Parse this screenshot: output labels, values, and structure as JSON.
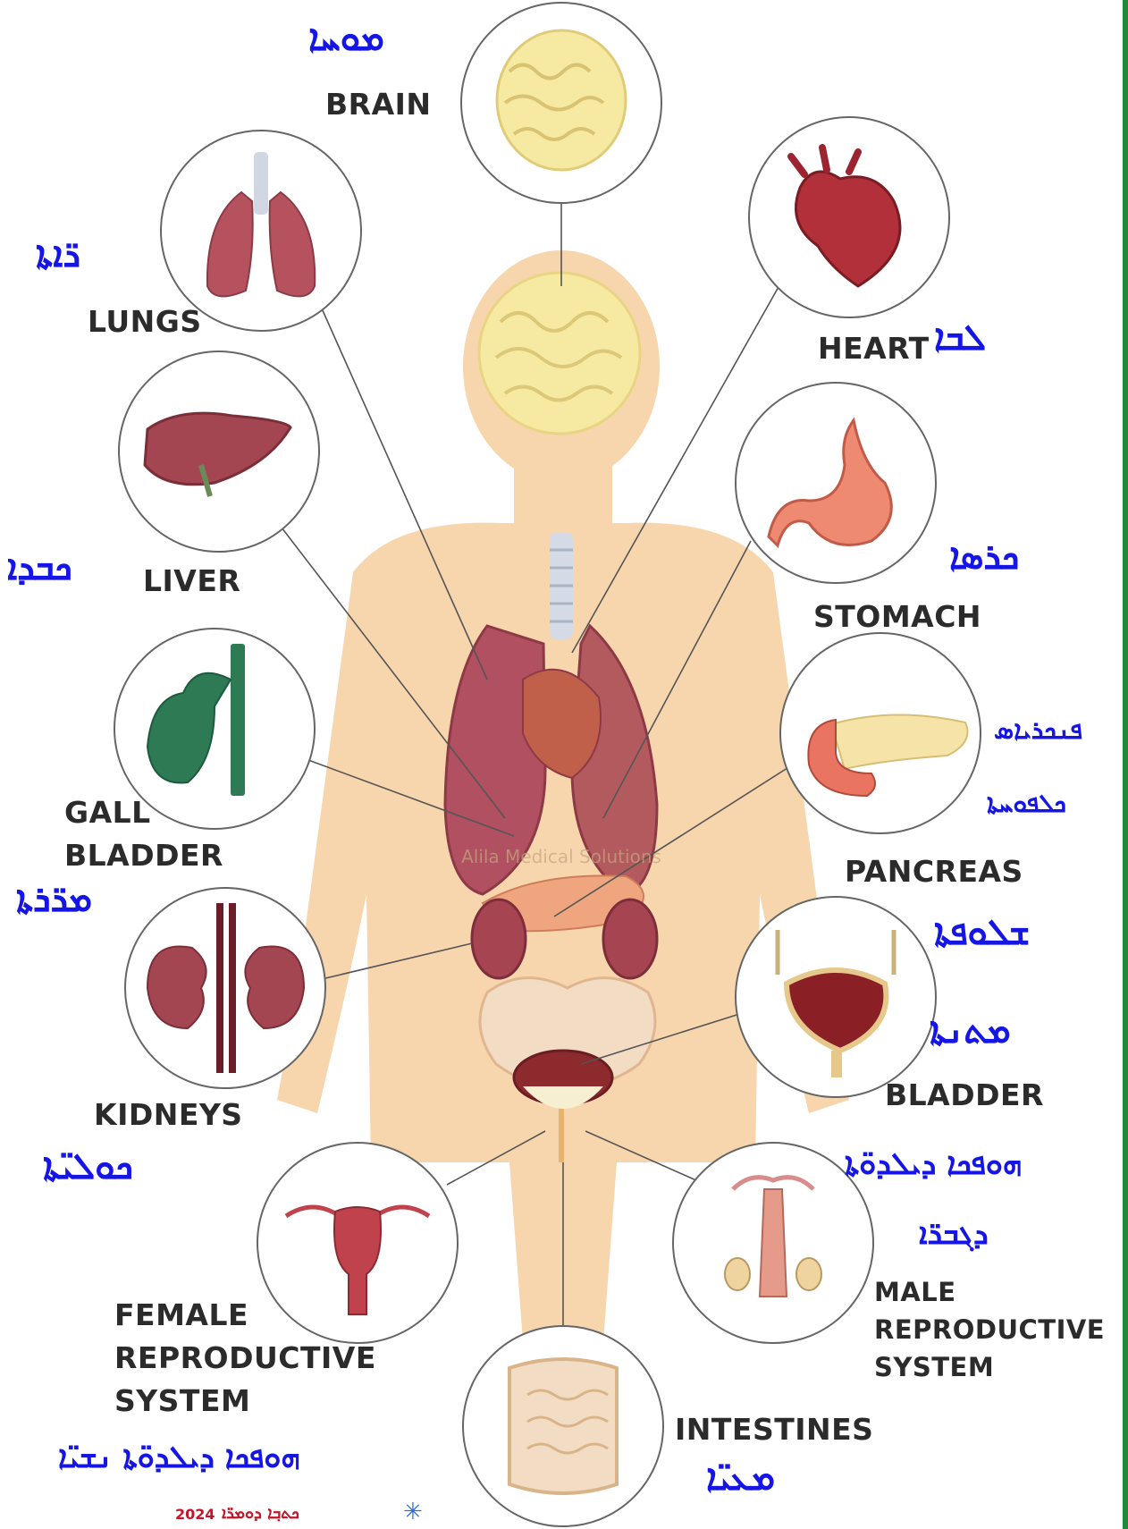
{
  "organs": {
    "brain": {
      "label": "BRAIN",
      "syriac": "ܡܘܚܐ"
    },
    "lungs": {
      "label": "LUNGS",
      "syriac": "ܪ̈ܐܬܐ"
    },
    "heart": {
      "label": "HEART",
      "syriac": "ܠܒܐ"
    },
    "liver": {
      "label": "LIVER",
      "syriac": "ܟܒܕܐ"
    },
    "stomach": {
      "label": "STOMACH",
      "syriac": "ܟܪܣܐ"
    },
    "gall_bladder": {
      "label": "GALL\nBLADDER",
      "syriac": "ܡܪ̈ܪܬܐ"
    },
    "pancreas": {
      "label": "PANCREAS",
      "syriac_line1": "ܦܢܟܪܝܐܣ",
      "syriac_line2": "ܟܠܦܘܚܬܐ"
    },
    "kidneys": {
      "label": "KIDNEYS",
      "syriac": "ܟܘܠܝ̈ܬܐ"
    },
    "bladder": {
      "label": "BLADDER",
      "syriac_line1": "ܫܠܘܦܬܐ",
      "syriac_line2": "ܡܬܢܬܐ"
    },
    "female_reproductive": {
      "label": "FEMALE\nREPRODUCTIVE\nSYSTEM",
      "syriac": "ܗܘܦܟܐ ܕܝܠܕܘ̈ܬܐ ܢܫܝ̈ܐ"
    },
    "male_reproductive": {
      "label": "MALE\nREPRODUCTIVE\nSYSTEM",
      "syriac_line1": "ܗܘܦܟܐ ܕܝܠܕܘ̈ܬܐ",
      "syriac_line2": "ܕܓܒܪ̈ܐ"
    },
    "intestines": {
      "label": "INTESTINES",
      "syriac": "ܡܥܝ̈ܐ"
    }
  },
  "watermark": "Alila Medical Solutions",
  "credit": {
    "text": "ܟܬܒ݂ܐ ܕܘܡܪ̈ܐ",
    "year": "2024"
  },
  "colors": {
    "syriac_text": "#1515e6",
    "label_text": "#2b2b2b",
    "body_silhouette": "#f7d6ad",
    "border": "#1f8a3a"
  }
}
